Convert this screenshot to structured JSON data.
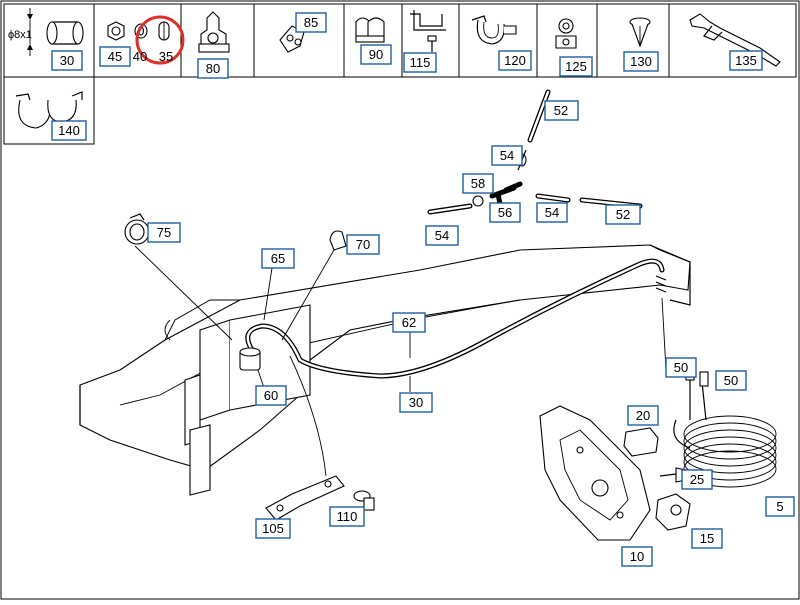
{
  "diagram": {
    "legend_cells": [
      {
        "id": "cell-30",
        "items": [
          "30"
        ],
        "note": "ϕ8x1"
      },
      {
        "id": "cell-45-40-35",
        "items": [
          "45",
          "40",
          "35"
        ]
      },
      {
        "id": "cell-80",
        "items": [
          "80"
        ]
      },
      {
        "id": "cell-85",
        "items": [
          "85"
        ]
      },
      {
        "id": "cell-90",
        "items": [
          "90"
        ]
      },
      {
        "id": "cell-115",
        "items": [
          "115"
        ]
      },
      {
        "id": "cell-120",
        "items": [
          "120"
        ]
      },
      {
        "id": "cell-125",
        "items": [
          "125"
        ]
      },
      {
        "id": "cell-130",
        "items": [
          "130"
        ]
      },
      {
        "id": "cell-135",
        "items": [
          "135"
        ]
      },
      {
        "id": "cell-140",
        "items": [
          "140"
        ]
      }
    ],
    "callouts": [
      "52",
      "54",
      "58",
      "56",
      "54",
      "52",
      "75",
      "70",
      "65",
      "62",
      "60",
      "30",
      "50",
      "50",
      "20",
      "25",
      "5",
      "15",
      "10",
      "105",
      "110",
      "54"
    ],
    "highlight": {
      "target": "35",
      "color": "#d9342b"
    },
    "colors": {
      "label_border": "#1f5f9f",
      "line": "#000000"
    }
  }
}
